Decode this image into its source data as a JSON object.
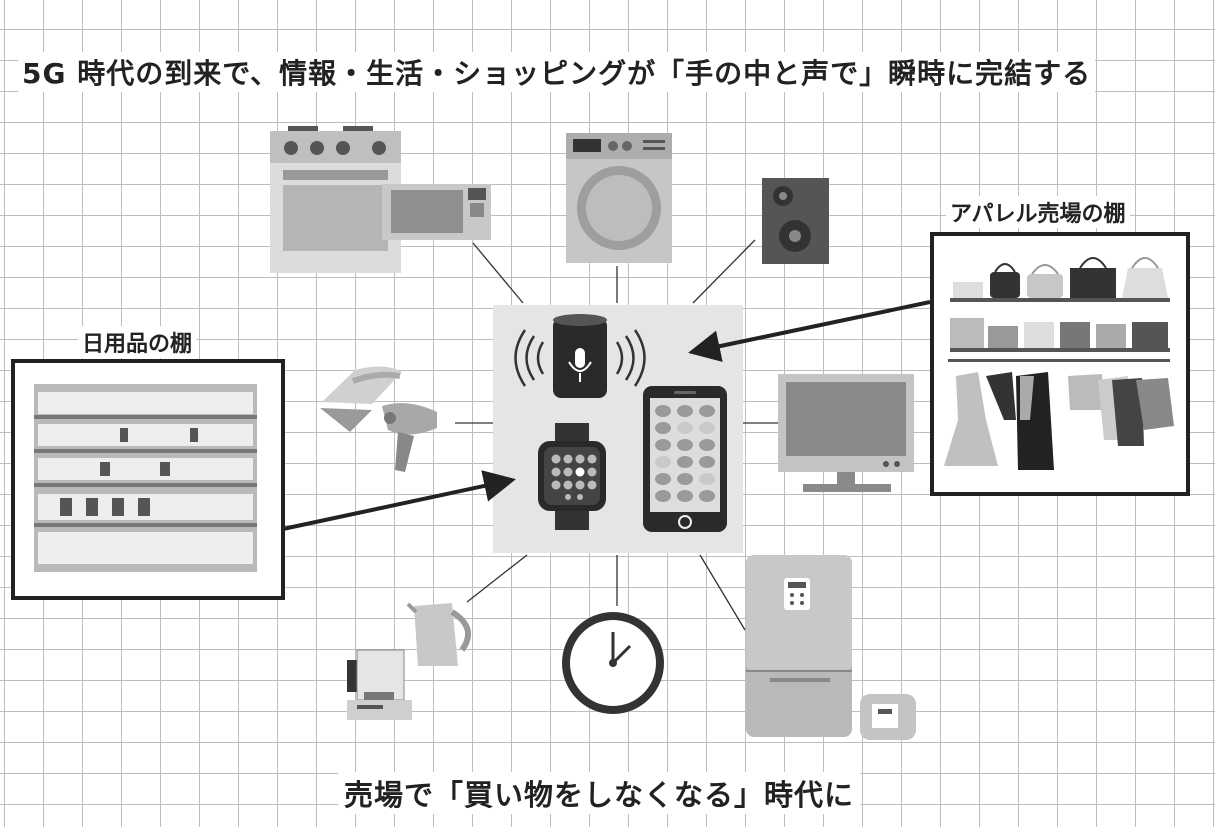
{
  "headline": "5G 時代の到来で、情報・生活・ショッピングが「手の中と声で」瞬時に完結する",
  "footer": "売場で「買い物をしなくなる」時代に",
  "labels": {
    "daily_goods_shelf": "日用品の棚",
    "apparel_shelf": "アパレル売場の棚"
  },
  "colors": {
    "grid": "#bdbdbd",
    "hub_background": "#e5e5e5",
    "text": "#222222"
  }
}
